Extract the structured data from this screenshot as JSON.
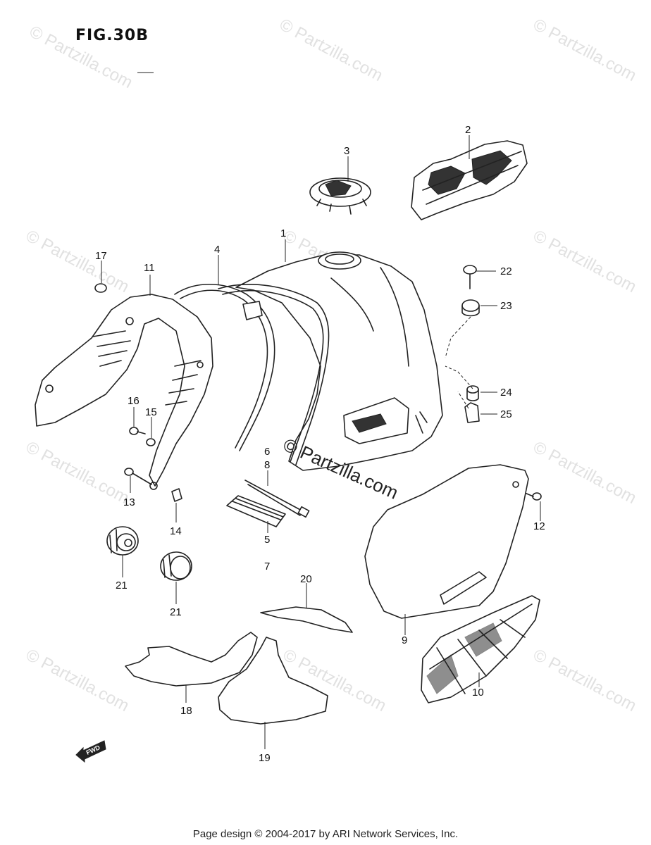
{
  "figure_title": "FIG.30B",
  "footer": "Page design © 2004-2017 by ARI Network Services, Inc.",
  "watermark": "© Partzilla.com",
  "center_watermark": "© Partzilla.com",
  "fwd_label": "FWD",
  "callouts": [
    "1",
    "2",
    "3",
    "4",
    "5",
    "6",
    "7",
    "8",
    "9",
    "10",
    "11",
    "12",
    "13",
    "14",
    "15",
    "16",
    "17",
    "18",
    "19",
    "20",
    "21",
    "21",
    "22",
    "23",
    "24",
    "25"
  ]
}
